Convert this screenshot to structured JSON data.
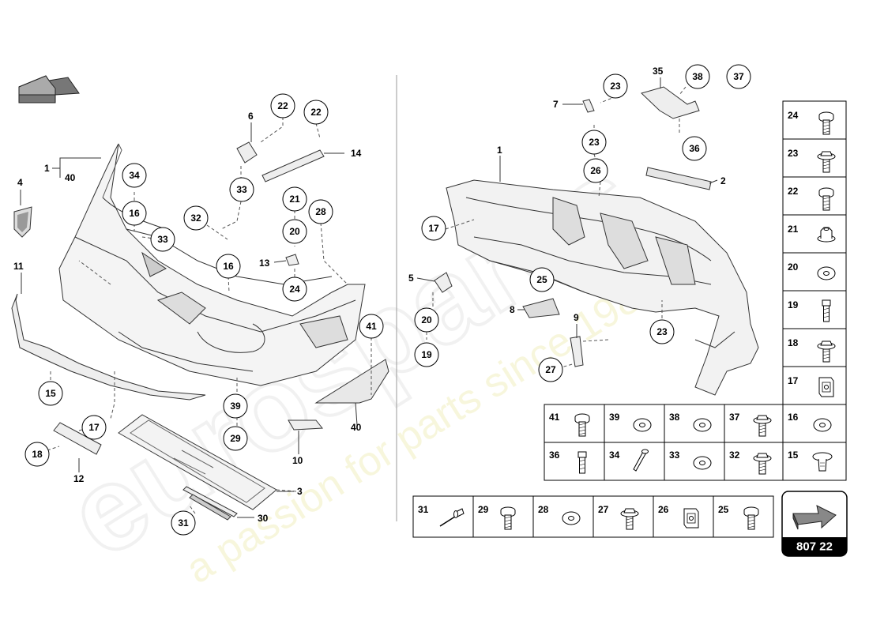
{
  "watermark": {
    "brand": "eurospares",
    "tagline": "a passion for parts since 1985"
  },
  "reference_code": "807 22",
  "callouts_front": [
    {
      "id": "c34",
      "label": "34"
    },
    {
      "id": "c16a",
      "label": "16"
    },
    {
      "id": "c33a",
      "label": "33"
    },
    {
      "id": "c22a",
      "label": "22"
    },
    {
      "id": "c22b",
      "label": "22"
    },
    {
      "id": "c33b",
      "label": "33"
    },
    {
      "id": "c32",
      "label": "32"
    },
    {
      "id": "c16b",
      "label": "16"
    },
    {
      "id": "c21",
      "label": "21"
    },
    {
      "id": "c20a",
      "label": "20"
    },
    {
      "id": "c28a",
      "label": "28"
    },
    {
      "id": "c24a",
      "label": "24"
    },
    {
      "id": "c41a",
      "label": "41"
    },
    {
      "id": "c15a",
      "label": "15"
    },
    {
      "id": "c39a",
      "label": "39"
    },
    {
      "id": "c29a",
      "label": "29"
    },
    {
      "id": "c17a",
      "label": "17"
    },
    {
      "id": "c18a",
      "label": "18"
    },
    {
      "id": "c31a",
      "label": "31"
    }
  ],
  "callouts_rear": [
    {
      "id": "c23a",
      "label": "23"
    },
    {
      "id": "c38",
      "label": "38"
    },
    {
      "id": "c37",
      "label": "37"
    },
    {
      "id": "c23b",
      "label": "23"
    },
    {
      "id": "c36",
      "label": "36"
    },
    {
      "id": "c26",
      "label": "26"
    },
    {
      "id": "c17b",
      "label": "17"
    },
    {
      "id": "c25",
      "label": "25"
    },
    {
      "id": "c20b",
      "label": "20"
    },
    {
      "id": "c19",
      "label": "19"
    },
    {
      "id": "c27",
      "label": "27"
    },
    {
      "id": "c23c",
      "label": "23"
    }
  ],
  "plain_labels": [
    {
      "id": "l1a",
      "label": "1"
    },
    {
      "id": "l40a",
      "label": "40"
    },
    {
      "id": "l4",
      "label": "4"
    },
    {
      "id": "l6",
      "label": "6"
    },
    {
      "id": "l14",
      "label": "14"
    },
    {
      "id": "l13",
      "label": "13"
    },
    {
      "id": "l11",
      "label": "11"
    },
    {
      "id": "l12",
      "label": "12"
    },
    {
      "id": "l3",
      "label": "3"
    },
    {
      "id": "l30",
      "label": "30"
    },
    {
      "id": "l10",
      "label": "10"
    },
    {
      "id": "l40b",
      "label": "40"
    },
    {
      "id": "l7",
      "label": "7"
    },
    {
      "id": "l35",
      "label": "35"
    },
    {
      "id": "l1b",
      "label": "1"
    },
    {
      "id": "l2",
      "label": "2"
    },
    {
      "id": "l5",
      "label": "5"
    },
    {
      "id": "l8",
      "label": "8"
    },
    {
      "id": "l9",
      "label": "9"
    }
  ],
  "legend_column": [
    {
      "number": "24",
      "icon": "flange-bolt-icon"
    },
    {
      "number": "23",
      "icon": "washer-bolt-icon"
    },
    {
      "number": "22",
      "icon": "flange-bolt-icon"
    },
    {
      "number": "21",
      "icon": "flange-nut-icon"
    },
    {
      "number": "20",
      "icon": "washer-icon"
    },
    {
      "number": "19",
      "icon": "bolt-icon"
    },
    {
      "number": "18",
      "icon": "washer-bolt-icon"
    },
    {
      "number": "17",
      "icon": "clip-nut-icon"
    }
  ],
  "legend_grid_row1": [
    {
      "number": "41",
      "icon": "flange-bolt-icon"
    },
    {
      "number": "39",
      "icon": "washer-icon"
    },
    {
      "number": "38",
      "icon": "washer-icon"
    },
    {
      "number": "37",
      "icon": "washer-bolt-icon"
    },
    {
      "number": "16",
      "icon": "washer-icon"
    }
  ],
  "legend_grid_row2": [
    {
      "number": "36",
      "icon": "bolt-icon"
    },
    {
      "number": "34",
      "icon": "long-screw-icon"
    },
    {
      "number": "33",
      "icon": "washer-icon"
    },
    {
      "number": "32",
      "icon": "washer-bolt-icon"
    },
    {
      "number": "15",
      "icon": "push-rivet-icon"
    }
  ],
  "legend_bottom_row": [
    {
      "number": "31",
      "icon": "blind-rivet-icon"
    },
    {
      "number": "29",
      "icon": "flange-bolt-icon"
    },
    {
      "number": "28",
      "icon": "washer-icon"
    },
    {
      "number": "27",
      "icon": "washer-bolt-icon"
    },
    {
      "number": "26",
      "icon": "clip-nut-icon"
    },
    {
      "number": "25",
      "icon": "flange-bolt-icon"
    }
  ]
}
